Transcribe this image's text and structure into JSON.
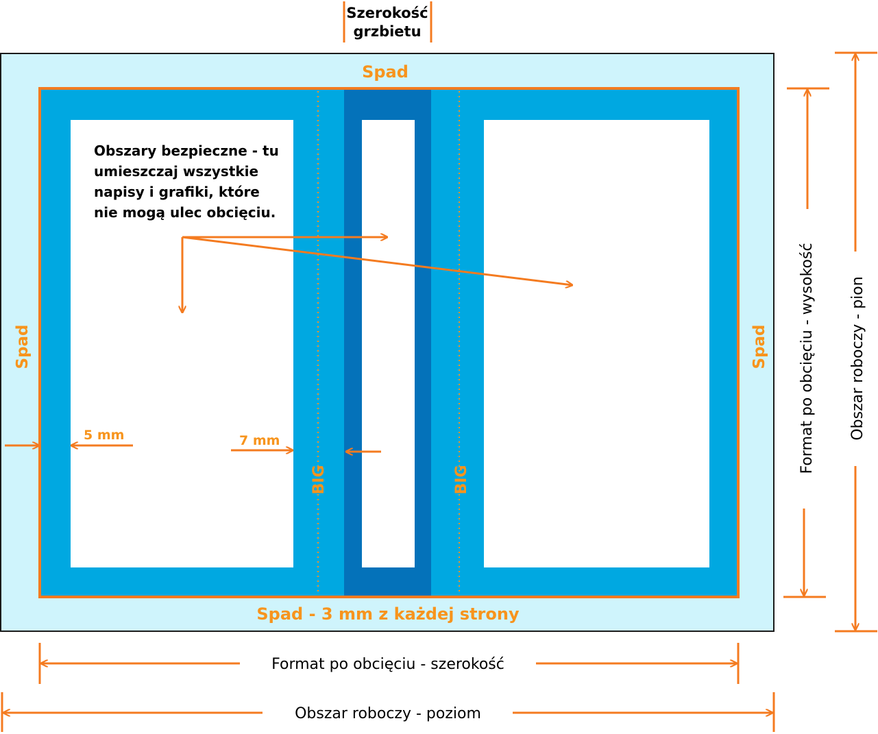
{
  "labels": {
    "spine_width_line1": "Szerokość",
    "spine_width_line2": "grzbietu",
    "bleed_top": "Spad",
    "bleed_left": "Spad",
    "bleed_right": "Spad",
    "bleed_bottom": "Spad - 3 mm z każdej strony",
    "safe_area_lines": [
      "Obszary bezpieczne - tu",
      "umieszczaj wszystkie",
      "napisy i grafiki, które",
      "nie mogą ulec obcięciu."
    ],
    "margin_5mm": "5 mm",
    "margin_7mm": "7 mm",
    "fold_left": "BIG",
    "fold_right": "BIG",
    "trim_width": "Format po obcięciu - szerokość",
    "work_horizontal": "Obszar roboczy - poziom",
    "trim_height": "Format po obcięciu - wysokość",
    "work_vertical": "Obszar roboczy - pion"
  },
  "colors": {
    "bleed": "#cff4fc",
    "cover": "#00a8e1",
    "spine": "#0472ba",
    "safe": "#ffffff",
    "accent": "#f47b20",
    "label_orange": "#f7941d",
    "border": "#1a1a1a"
  }
}
